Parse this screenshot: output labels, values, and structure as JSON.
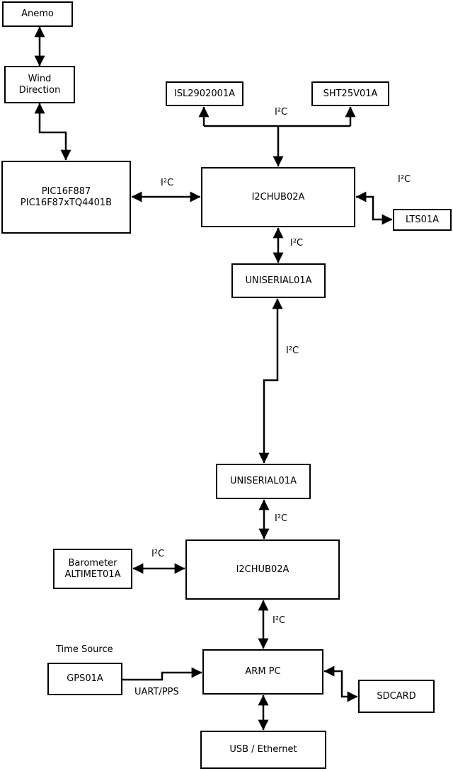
{
  "diagram": {
    "nodes": {
      "anemo": {
        "label": "Anemo"
      },
      "wind_direction": {
        "line1": "Wind",
        "line2": "Direction"
      },
      "pic": {
        "line1": "PIC16F887",
        "line2": "PIC16F87xTQ4401B"
      },
      "isl": {
        "label": "ISL2902001A"
      },
      "sht": {
        "label": "SHT25V01A"
      },
      "i2c_hub_top": {
        "label": "I2CHUB02A"
      },
      "lts": {
        "label": "LTS01A"
      },
      "uniserial_top": {
        "label": "UNISERIAL01A"
      },
      "uniserial_bottom": {
        "label": "UNISERIAL01A"
      },
      "barometer": {
        "line1": "Barometer",
        "line2": "ALTIMET01A"
      },
      "i2c_hub_bottom": {
        "label": "I2CHUB02A"
      },
      "gps": {
        "label": "GPS01A"
      },
      "arm_pc": {
        "label": "ARM PC"
      },
      "sdcard": {
        "label": "SDCARD"
      },
      "usb_ethernet": {
        "label": "USB / Ethernet"
      }
    },
    "labels": {
      "i2c": "I²C",
      "time_source": "Time Source",
      "uart_pps": "UART/PPS"
    },
    "colors": {
      "line": "#000000",
      "background": "#ffffff"
    }
  }
}
